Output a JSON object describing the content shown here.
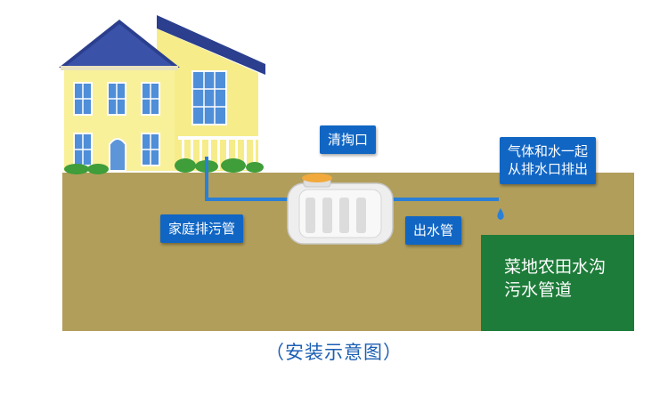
{
  "labels": {
    "cleanout": "清掏口",
    "gas_water_line1": "气体和水一起",
    "gas_water_line2": "从排水口排出",
    "household_pipe": "家庭排污管",
    "outlet_pipe": "出水管",
    "ditch_line1": "菜地农田水沟",
    "ditch_line2": "污水管道"
  },
  "caption": "（安装示意图）",
  "colors": {
    "soil": "#b19e5b",
    "ditch": "#1d7c39",
    "pipe": "#2a7fd6",
    "label_bg": "#1166c4",
    "house_wall": "#f6ec8a",
    "roof": "#2b3f8e",
    "caption": "#1c5fb4"
  }
}
